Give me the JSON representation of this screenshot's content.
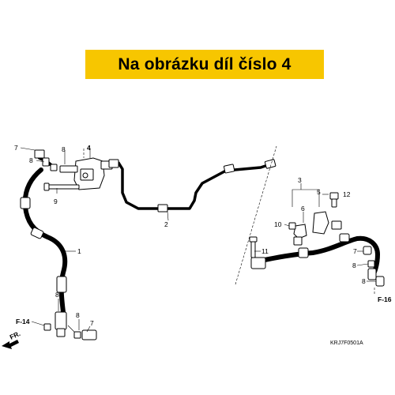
{
  "banner": {
    "text": "Na obrázku díl číslo 4",
    "color": "#f7c600"
  },
  "diagram": {
    "callouts": {
      "p7a": "7",
      "p8a": "8",
      "p4": "4",
      "p8b": "8",
      "p9": "9",
      "p2": "2",
      "p1": "1",
      "p8c": "8",
      "p8d": "8",
      "p7b": "7",
      "p3": "3",
      "p5": "5",
      "p6": "6",
      "p12": "12",
      "p10": "10",
      "p11": "11",
      "p7c": "7",
      "p8e": "8",
      "p8f": "8"
    },
    "refs": {
      "f14": "F-14",
      "f16": "F-16",
      "fr": "FR."
    },
    "drawing_code": "KRJ7F0501A"
  }
}
